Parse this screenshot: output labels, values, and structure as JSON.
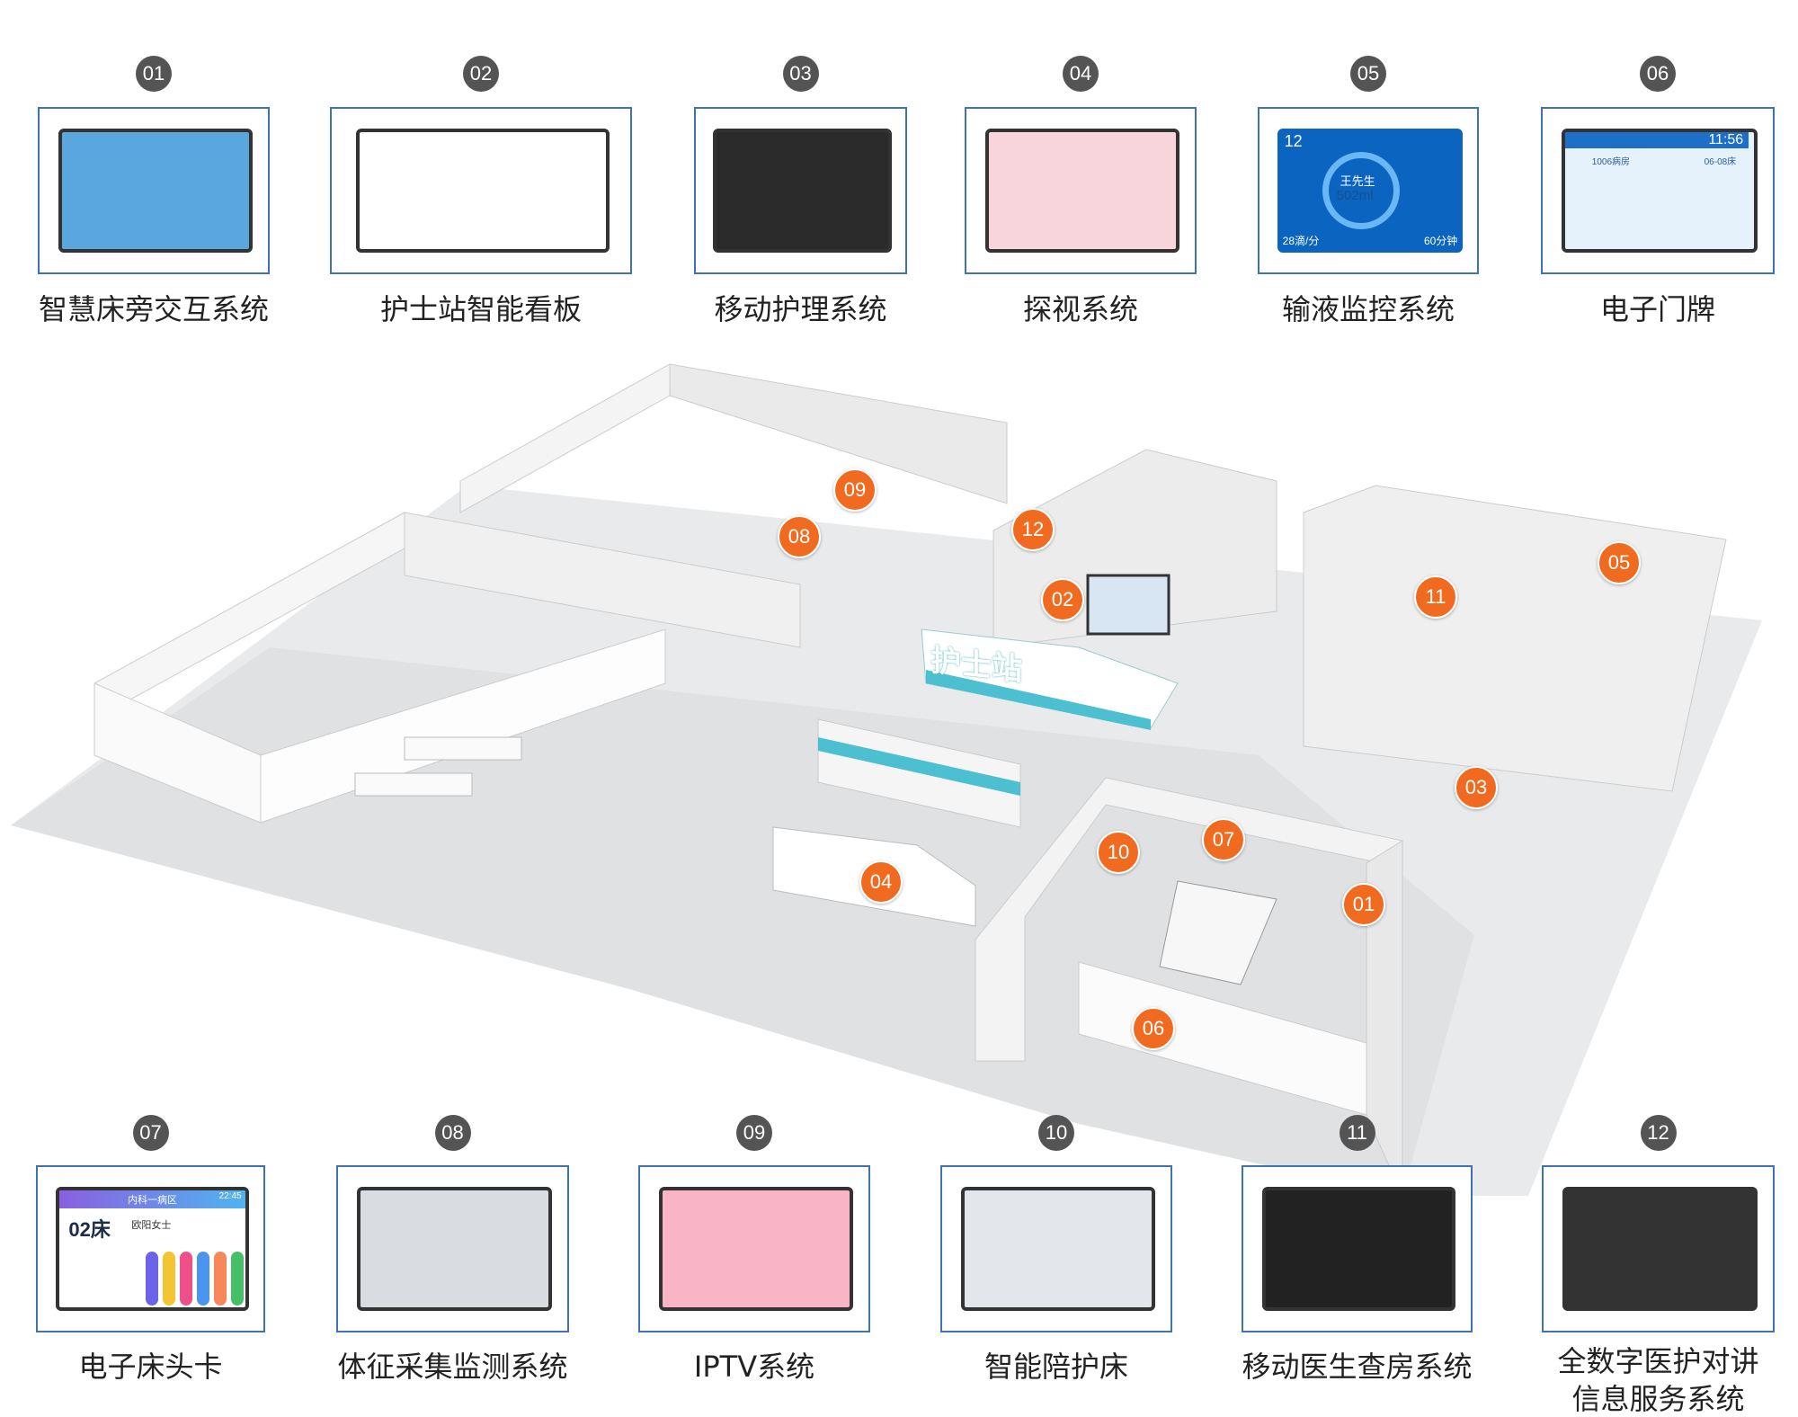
{
  "systems": [
    {
      "num": "01",
      "label": "智慧床旁交互系统",
      "color": "#5aa7e0"
    },
    {
      "num": "02",
      "label": "护士站智能看板",
      "color": "#ffffff"
    },
    {
      "num": "03",
      "label": "移动护理系统",
      "color": "#2b2b2b"
    },
    {
      "num": "04",
      "label": "探视系统",
      "color": "#f8d4dc"
    },
    {
      "num": "05",
      "label": "输液监控系统",
      "color": "#0a64c0"
    },
    {
      "num": "06",
      "label": "电子门牌",
      "color": "#e6f2fb"
    },
    {
      "num": "07",
      "label": "电子床头卡",
      "color": "#ffffff"
    },
    {
      "num": "08",
      "label": "体征采集监测系统",
      "color": "#d9dde2"
    },
    {
      "num": "09",
      "label": "IPTV系统",
      "color": "#f9b5c6"
    },
    {
      "num": "10",
      "label": "智能陪护床",
      "color": "#e3e6ea"
    },
    {
      "num": "11",
      "label": "移动医生查房系统",
      "color": "#222222"
    },
    {
      "num": "12",
      "label_line1": "全数字医护对讲",
      "label_line2": "信息服务系统",
      "color": "#333333"
    }
  ],
  "screens": {
    "infusion": {
      "bed": "12",
      "patient": "王先生",
      "volume": "502ml",
      "rate": "28滴/分",
      "time": "60分钟"
    },
    "door_sign": {
      "time": "11:56",
      "room": "1006病房",
      "beds": "06-08床"
    },
    "bed_card": {
      "ward": "内科一病区",
      "bed": "02床",
      "patient": "欧阳女士",
      "time": "22:45"
    }
  },
  "floor_plan": {
    "nurse_station_sign": "护士站",
    "markers": [
      "09",
      "08",
      "12",
      "02",
      "11",
      "05",
      "03",
      "10",
      "07",
      "04",
      "01",
      "06"
    ]
  },
  "colors": {
    "badge": "#545454",
    "card_border": "#3d73b3",
    "marker": "#f06a1f"
  }
}
